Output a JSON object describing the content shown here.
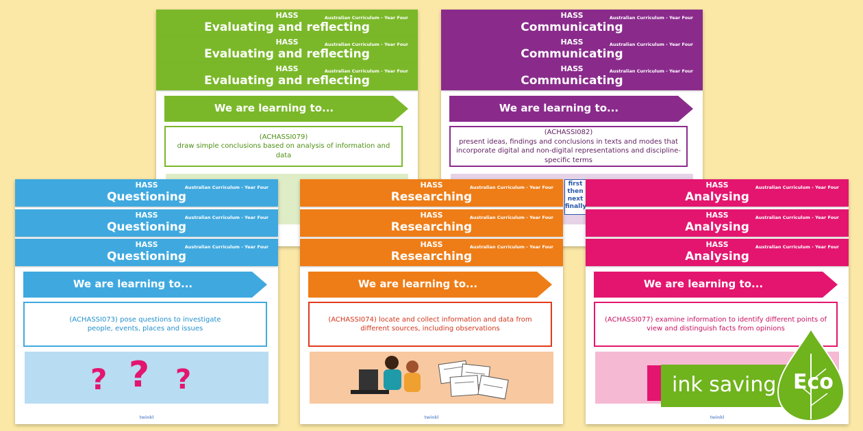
{
  "common": {
    "hass": "HASS",
    "curriculum": "Australian Curriculum - Year Four",
    "learning": "We are learning to...",
    "logo_text": "twinkl"
  },
  "cards": {
    "evaluating": {
      "title": "Evaluating and reflecting",
      "code": "(ACHASSI079)",
      "objective": "draw simple conclusions based on analysis of information and data",
      "color": "#7ab829"
    },
    "communicating": {
      "title": "Communicating",
      "code": "(ACHASSI082)",
      "objective": "present ideas, findings and conclusions in texts and modes that incorporate digital and non-digital representations and discipline-specific terms",
      "color": "#8a2b8c",
      "words": [
        "first",
        "then",
        "next",
        "finally"
      ]
    },
    "questioning": {
      "title": "Questioning",
      "objective": "(ACHASSI073) pose questions to investigate people, events, places and issues",
      "color": "#3fa9df",
      "marks": [
        "?",
        "?",
        "?"
      ]
    },
    "researching": {
      "title": "Researching",
      "objective": "(ACHASSI074) locate and collect information and data from different sources, including observations",
      "color": "#ee7d17"
    },
    "analysing": {
      "title": "Analysing",
      "objective": "(ACHASSI077) examine information to identify different points of view and distinguish facts from opinions",
      "color": "#e3156f"
    }
  },
  "eco": {
    "label": "ink saving",
    "badge": "Eco"
  }
}
